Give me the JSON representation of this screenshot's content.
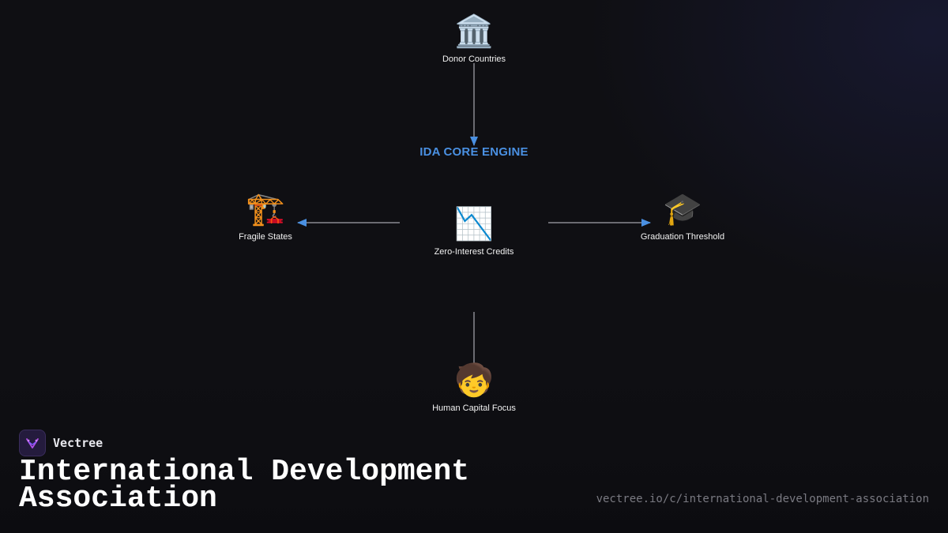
{
  "diagram": {
    "engine_title": "IDA CORE ENGINE",
    "nodes": {
      "top": {
        "icon": "🏛️",
        "icon_name": "classical-building-icon",
        "label": "Donor Countries"
      },
      "center": {
        "icon": "📉",
        "icon_name": "chart-decreasing-icon",
        "label": "Zero-Interest Credits"
      },
      "left": {
        "icon": "🏗️",
        "icon_name": "building-construction-icon",
        "label": "Fragile States"
      },
      "right": {
        "icon": "🎓",
        "icon_name": "graduation-cap-icon",
        "label": "Graduation Threshold"
      },
      "bottom": {
        "icon": "🧒",
        "icon_name": "child-icon",
        "label": "Human Capital Focus"
      }
    },
    "edges": [
      {
        "from": "Donor Countries",
        "to": "IDA CORE ENGINE",
        "arrow": true
      },
      {
        "from": "Zero-Interest Credits",
        "to": "Fragile States",
        "arrow": true
      },
      {
        "from": "Zero-Interest Credits",
        "to": "Graduation Threshold",
        "arrow": true
      },
      {
        "from": "Zero-Interest Credits",
        "to": "Human Capital Focus",
        "arrow": false
      }
    ],
    "colors": {
      "accent": "#4a90e2",
      "edge": "#8a8a92",
      "background": "#0f0f13"
    }
  },
  "footer": {
    "brand_name": "Vectree",
    "title": "International Development Association",
    "url": "vectree.io/c/international-development-association"
  }
}
